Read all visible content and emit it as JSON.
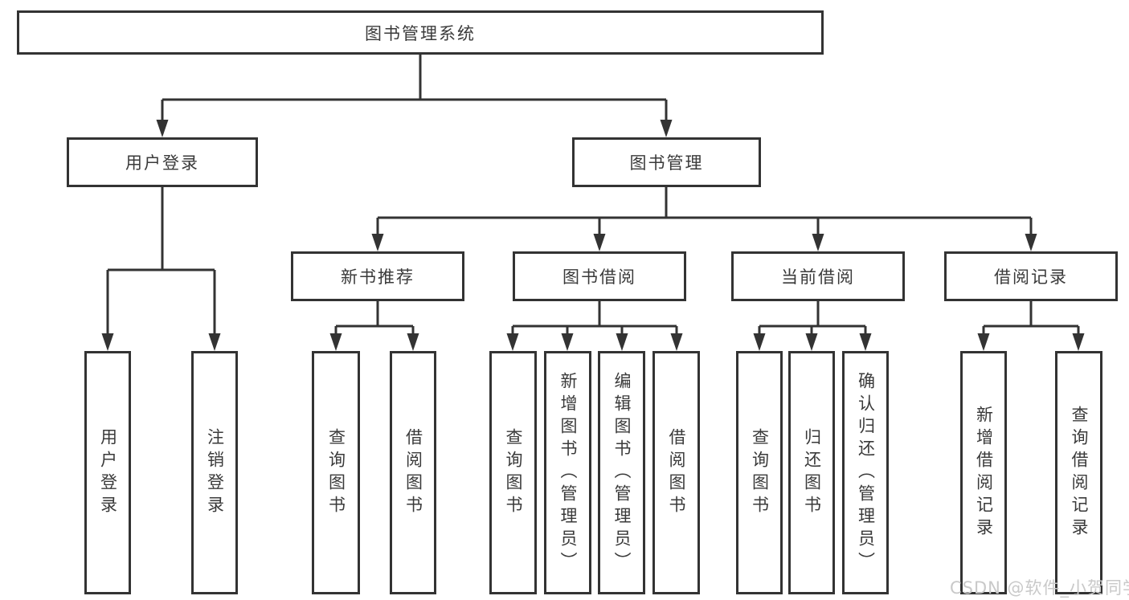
{
  "tree": {
    "label": "图书管理系统",
    "children": [
      {
        "label": "用户登录",
        "children": [
          {
            "label": "用户登录"
          },
          {
            "label": "注销登录"
          }
        ]
      },
      {
        "label": "图书管理",
        "children": [
          {
            "label": "新书推荐",
            "children": [
              {
                "label": "查询图书"
              },
              {
                "label": "借阅图书"
              }
            ]
          },
          {
            "label": "图书借阅",
            "children": [
              {
                "label": "查询图书"
              },
              {
                "label": "新增图书（管理员）"
              },
              {
                "label": "编辑图书（管理员）"
              },
              {
                "label": "借阅图书"
              }
            ]
          },
          {
            "label": "当前借阅",
            "children": [
              {
                "label": "查询图书"
              },
              {
                "label": "归还图书"
              },
              {
                "label": "确认归还（管理员）"
              }
            ]
          },
          {
            "label": "借阅记录",
            "children": [
              {
                "label": "新增借阅记录"
              },
              {
                "label": "查询借阅记录"
              }
            ]
          }
        ]
      }
    ]
  },
  "watermark": "CSDN @软件_小贺同学",
  "colors": {
    "line": "#333333",
    "box_border": "#333333",
    "text": "#3a3a3a",
    "watermark": "#c9c9c9",
    "background": "#ffffff"
  }
}
